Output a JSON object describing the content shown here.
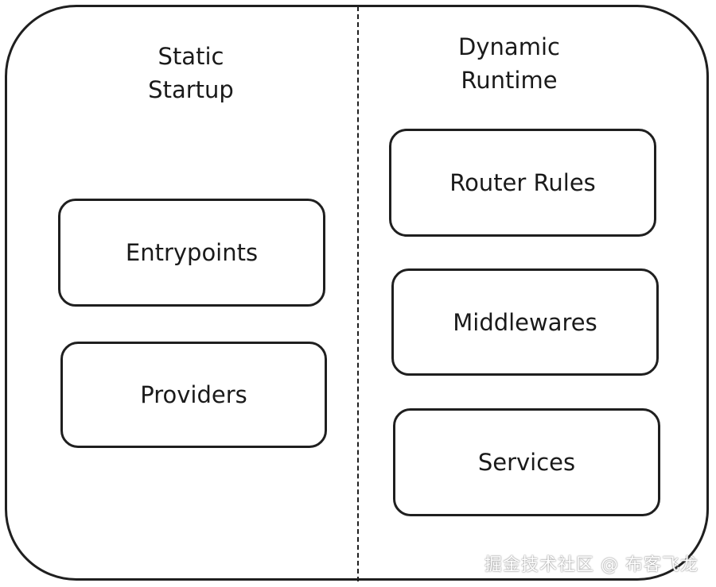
{
  "columns": {
    "left": {
      "title_line1": "Static",
      "title_line2": "Startup",
      "boxes": [
        "Entrypoints",
        "Providers"
      ]
    },
    "right": {
      "title_line1": "Dynamic",
      "title_line2": "Runtime",
      "boxes": [
        "Router Rules",
        "Middlewares",
        "Services"
      ]
    }
  },
  "watermark": "掘金技术社区 @ 布客飞龙"
}
